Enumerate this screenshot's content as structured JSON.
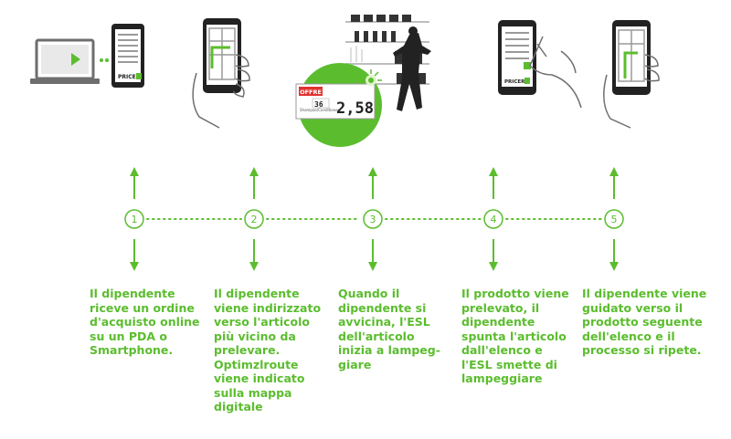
{
  "colors": {
    "accent": "#5bbd2e",
    "dark": "#222222",
    "device_gray": "#6e6e6e",
    "screen": "#ffffff"
  },
  "brand": {
    "pricer_label": "PRICER"
  },
  "esl_display": {
    "badge": "OFFRE",
    "price_small": "36",
    "price_big": "2,58",
    "left_caption": "Shampoo/Conditioner"
  },
  "steps": [
    {
      "number": "1",
      "icon": "laptop-to-phone-icon",
      "text": "Il dipendente\nriceve un ordine\nd'acquisto online\nsu un PDA o\nSmartphone."
    },
    {
      "number": "2",
      "icon": "hand-phone-map-icon",
      "text": "Il dipendente\nviene indirizzato\nverso l'articolo\npiù vicino da\nprelevare.\nOptimzlroute\nviene indicato\nsulla mappa\ndigitale"
    },
    {
      "number": "3",
      "icon": "shelf-esl-blink-icon",
      "text": "Quando il\ndipendente si\navvicina, l'ESL\ndell'articolo\ninizia a lampeg-\ngiare"
    },
    {
      "number": "4",
      "icon": "hand-phone-tick-icon",
      "text": "Il prodotto viene\nprelevato, il\ndipendente\nspunta l'articolo\ndall'elenco e\nl'ESL smette di\nlampeggiare"
    },
    {
      "number": "5",
      "icon": "hand-phone-next-icon",
      "text": "Il dipendente viene\nguidato verso il\nprodotto seguente\ndell'elenco e il\nprocesso si ripete."
    }
  ]
}
